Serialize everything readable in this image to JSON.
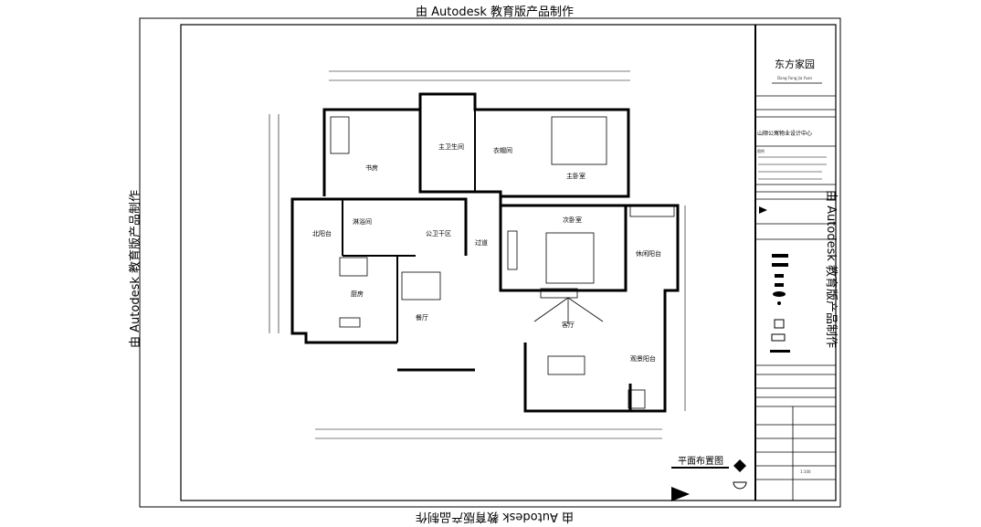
{
  "watermark": "由 Autodesk 教育版产品制作",
  "title_block": {
    "company": "东方家园",
    "company_sub": "Dong Fang Jia Yuan",
    "project": "山顺公寓物业设计中心",
    "legend_title": "图例",
    "scale": "1:100"
  },
  "drawing_title": "平面布置图",
  "rooms": {
    "study": "书房",
    "master_bath": "主卫生间",
    "closet": "衣帽间",
    "master_bedroom": "主卧室",
    "second_bedroom": "次卧室",
    "leisure_balcony": "休闲阳台",
    "north_balcony": "北阳台",
    "shower": "淋浴间",
    "public_dry_area": "公卫干区",
    "corridor": "过道",
    "kitchen": "厨房",
    "dining": "餐厅",
    "living": "客厅",
    "view_balcony": "观景阳台"
  },
  "colors": {
    "line": "#000000",
    "background": "#ffffff"
  }
}
